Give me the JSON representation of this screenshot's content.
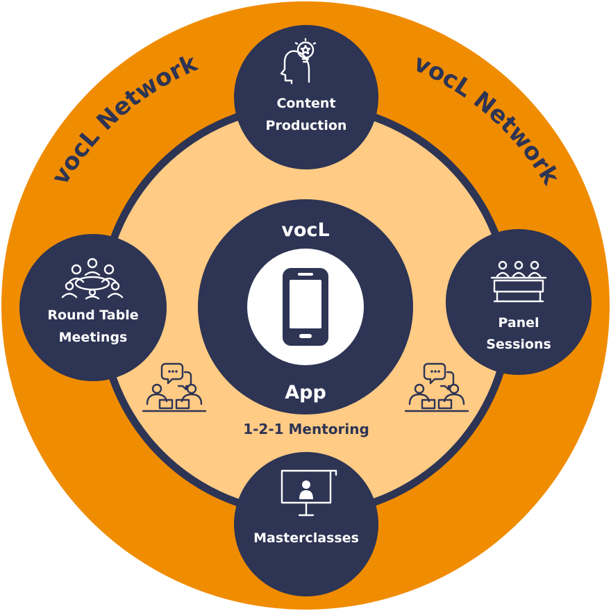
{
  "colors": {
    "outer_ring": "#f08c00",
    "inner_disc": "#ffcb85",
    "navy": "#2d3454",
    "white": "#ffffff"
  },
  "ring_labels": [
    "vocL Network",
    "vocL Network"
  ],
  "center": {
    "top_label": "vocL",
    "bottom_label": "App",
    "icon": "smartphone-icon"
  },
  "nodes": [
    {
      "id": "content",
      "line1": "Content",
      "line2": "Production",
      "icon": "lightbulb-head-icon"
    },
    {
      "id": "roundtable",
      "line1": "Round Table",
      "line2": "Meetings",
      "icon": "meeting-table-icon"
    },
    {
      "id": "panel",
      "line1": "Panel",
      "line2": "Sessions",
      "icon": "panel-desk-icon"
    },
    {
      "id": "master",
      "line1": "Masterclasses",
      "icon": "presentation-board-icon"
    }
  ],
  "mentoring": {
    "label": "1-2-1 Mentoring",
    "icon": "mentoring-conversation-icon"
  }
}
